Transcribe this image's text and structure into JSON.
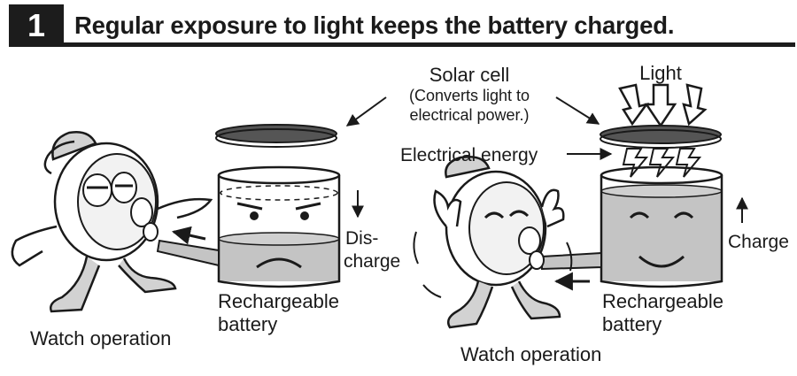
{
  "header": {
    "step_number": "1",
    "title": "Regular exposure to light keeps the battery charged."
  },
  "labels": {
    "solar_cell_title": "Solar cell",
    "solar_cell_note_1": "(Converts light to",
    "solar_cell_note_2": "electrical power.)",
    "light": "Light",
    "electrical_energy": "Electrical energy",
    "discharge_1": "Dis-",
    "discharge_2": "charge",
    "charge": "Charge",
    "battery_left_1": "Rechargeable",
    "battery_left_2": "battery",
    "battery_right_1": "Rechargeable",
    "battery_right_2": "battery",
    "watch_left": "Watch operation",
    "watch_right": "Watch operation"
  },
  "levels": {
    "left_battery_charge": 0.4,
    "right_battery_charge": 0.85
  },
  "colors": {
    "ink": "#1a1a1a",
    "battery_fill": "#c4c4c4",
    "solar_panel": "#555555",
    "character_gray": "#d2d2d2"
  }
}
